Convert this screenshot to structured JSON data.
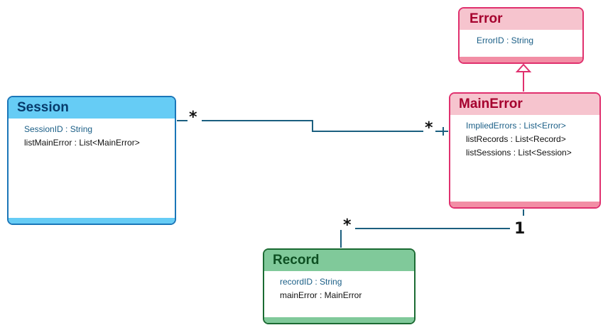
{
  "classes": {
    "session": {
      "name": "Session",
      "attributes": [
        "SessionID : String",
        "listMainError : List<MainError>"
      ]
    },
    "error": {
      "name": "Error",
      "attributes": [
        "ErrorID : String"
      ]
    },
    "mainerror": {
      "name": "MainError",
      "attributes": [
        "ImpliedErrors : List<Error>",
        "listRecords : List<Record>",
        "listSessions : List<Session>"
      ]
    },
    "record": {
      "name": "Record",
      "attributes": [
        "recordID : String",
        "mainError : MainError"
      ]
    }
  },
  "associations": {
    "session_mainerror": {
      "session_end": "*",
      "mainerror_end": "*"
    },
    "mainerror_record": {
      "mainerror_end": "1",
      "record_end": "*"
    },
    "generalization": {
      "from": "MainError",
      "to": "Error"
    }
  },
  "colors": {
    "link": "#1b5f7f",
    "generalization": "#e0306e"
  }
}
